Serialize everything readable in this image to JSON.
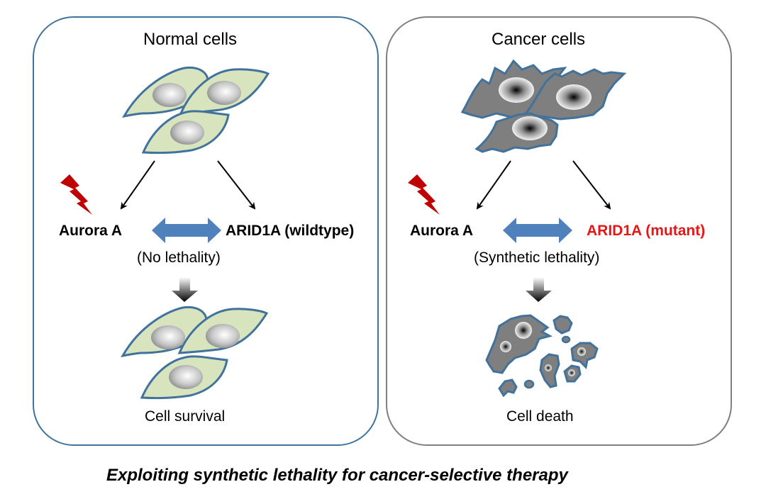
{
  "figure": {
    "caption": "Exploiting synthetic lethality for cancer-selective therapy",
    "colors": {
      "normal_border": "#41729c",
      "cancer_border": "#7f7f7f",
      "double_arrow": "#4f81bd",
      "lightning": "#c00000",
      "mutant_text": "#e81717",
      "normal_cell_fill": "#d7e4bd",
      "cancer_cell_fill": "#7f7f7f"
    }
  },
  "normal_panel": {
    "title": "Normal cells",
    "left_target": "Aurora A",
    "right_target": "ARID1A (wildtype)",
    "interaction_note": "(No lethality)",
    "outcome": "Cell survival"
  },
  "cancer_panel": {
    "title": "Cancer cells",
    "left_target": "Aurora A",
    "right_target": "ARID1A (mutant)",
    "interaction_note": "(Synthetic lethality)",
    "outcome": "Cell death"
  }
}
